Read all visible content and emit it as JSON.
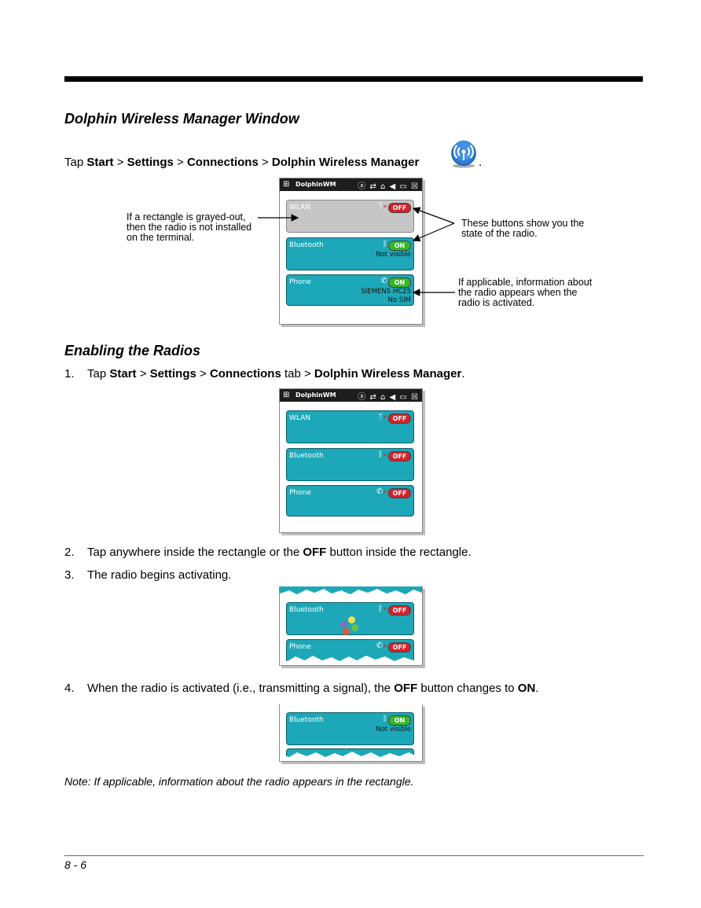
{
  "section1": {
    "title": "Dolphin Wireless Manager Window",
    "tap": "Tap",
    "path": [
      "Start",
      "Settings",
      "Connections",
      "Dolphin Wireless Manager"
    ],
    "sep": ">",
    "period": "."
  },
  "device": {
    "app_name": "DolphinWM",
    "status_icons": "ⓐ ⇄ ⌂ ◀ ▭ ☒"
  },
  "figure1": {
    "panels": [
      {
        "name": "WLAN",
        "state": "OFF",
        "info": []
      },
      {
        "name": "Bluetooth",
        "state": "ON",
        "info": [
          "Not visible"
        ]
      },
      {
        "name": "Phone",
        "state": "ON",
        "info": [
          "SIEMENS HC25",
          "No SIM"
        ]
      }
    ],
    "callout_left": [
      "If a rectangle is grayed-out,",
      "then the radio is not installed",
      "on the terminal."
    ],
    "callout_right_top": [
      "These buttons show you the",
      "state of the radio."
    ],
    "callout_right_bottom": [
      "If applicable, information about",
      "the radio appears when the",
      "radio is activated."
    ]
  },
  "section2": {
    "title": "Enabling the Radios",
    "steps": [
      {
        "num": "1.",
        "parts": [
          "Tap ",
          "Start",
          " > ",
          "Settings",
          " > ",
          "Connections",
          " tab > ",
          "Dolphin Wireless Manager",
          "."
        ]
      },
      {
        "num": "2.",
        "parts": [
          "Tap anywhere inside the rectangle or the ",
          "OFF",
          " button inside the rectangle."
        ]
      },
      {
        "num": "3.",
        "parts": [
          "The radio begins activating."
        ]
      },
      {
        "num": "4.",
        "parts": [
          "When the radio is activated (i.e., transmitting a signal), the ",
          "OFF",
          " button changes to ",
          "ON",
          "."
        ]
      }
    ]
  },
  "figure2": {
    "panels": [
      {
        "name": "WLAN",
        "state": "OFF"
      },
      {
        "name": "Bluetooth",
        "state": "OFF"
      },
      {
        "name": "Phone",
        "state": "OFF"
      }
    ]
  },
  "figure3": {
    "panels": [
      {
        "name": "Bluetooth",
        "state": "OFF"
      },
      {
        "name": "Phone",
        "state": "OFF"
      }
    ]
  },
  "figure4": {
    "panels": [
      {
        "name": "Bluetooth",
        "state": "ON",
        "info": "Not visible"
      }
    ]
  },
  "note": "Note: If applicable, information about the radio appears in the rectangle.",
  "page_number": "8 - 6",
  "colors": {
    "panel": "#1ca8b8",
    "off": "#d8202a",
    "on": "#35b82a",
    "gray": "#c6c6c6"
  }
}
